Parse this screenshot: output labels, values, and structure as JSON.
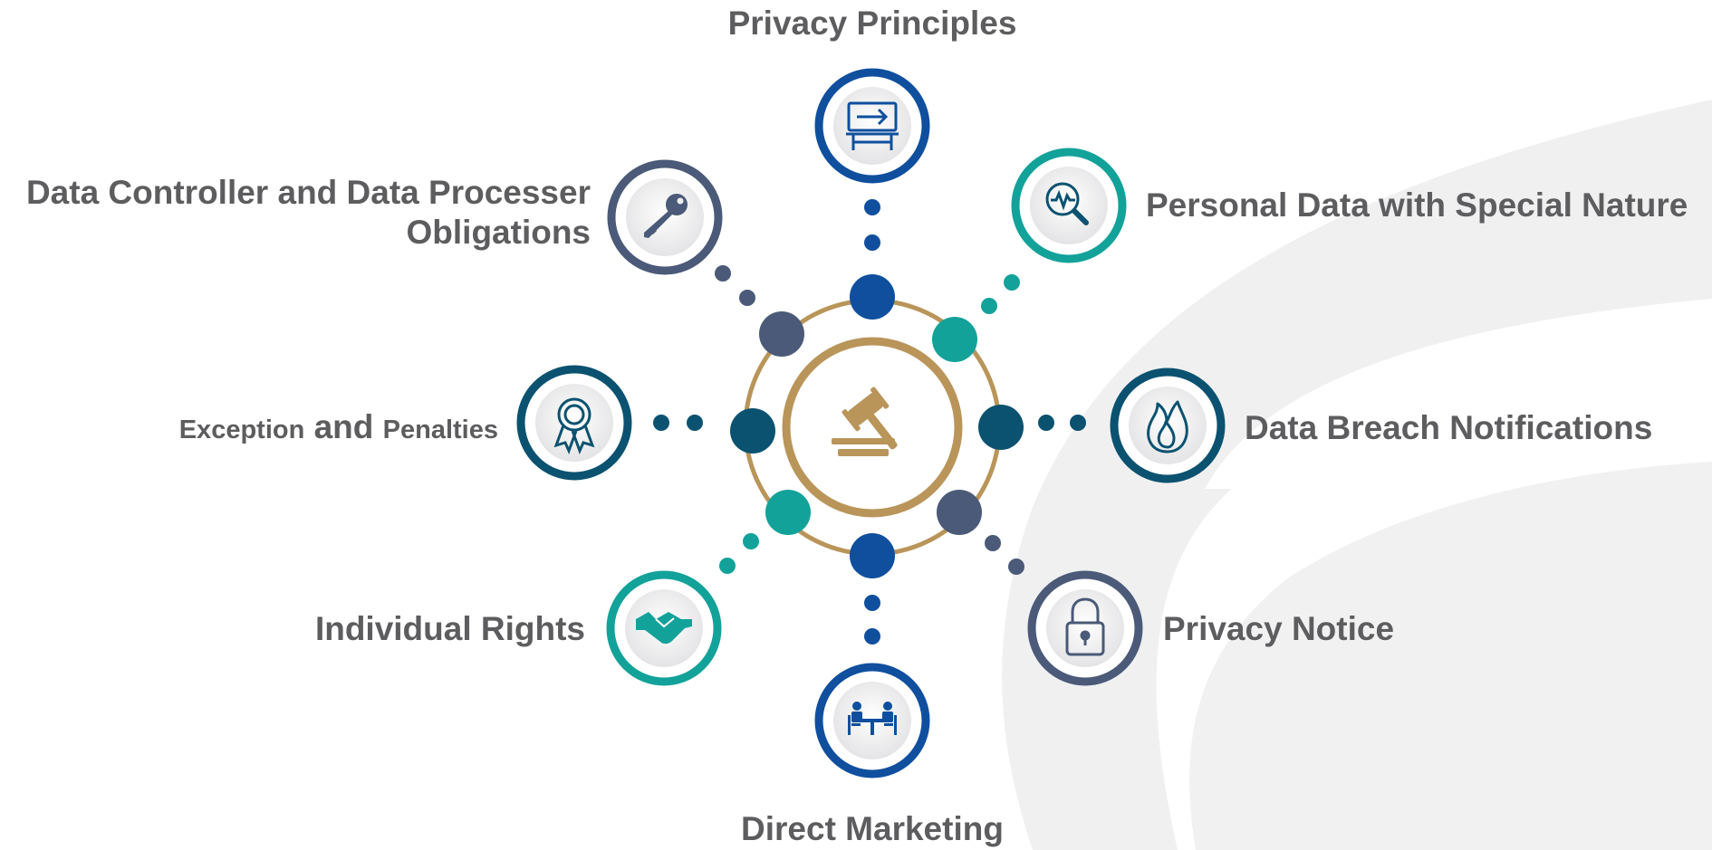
{
  "center": {
    "icon": "gavel-icon"
  },
  "colors": {
    "blue": "#0f4f9e",
    "navy_teal": "#0b5270",
    "teal": "#12a29a",
    "slate": "#4a5a78",
    "gold": "#b9955a",
    "text": "#5d5d5f",
    "watermark": "#f0f0f1"
  },
  "nodes": {
    "privacy_principles": {
      "label": "Privacy Principles",
      "icon": "signboard-arrow-icon"
    },
    "personal_data": {
      "label": "Personal Data with Special Nature",
      "icon": "magnifier-pulse-icon"
    },
    "data_breach": {
      "label": "Data Breach Notifications",
      "icon": "flame-icon"
    },
    "privacy_notice": {
      "label": "Privacy Notice",
      "icon": "padlock-icon"
    },
    "direct_marketing": {
      "label": "Direct Marketing",
      "icon": "meeting-table-icon"
    },
    "individual_rights": {
      "label": "Individual Rights",
      "icon": "handshake-icon"
    },
    "exception_penalties": {
      "label_part1": "Exception",
      "label_part2": "and",
      "label_part3": "Penalties",
      "icon": "award-ribbon-icon"
    },
    "data_controller": {
      "label_line1": "Data Controller and Data Processer",
      "label_line2": "Obligations",
      "icon": "key-icon"
    }
  }
}
